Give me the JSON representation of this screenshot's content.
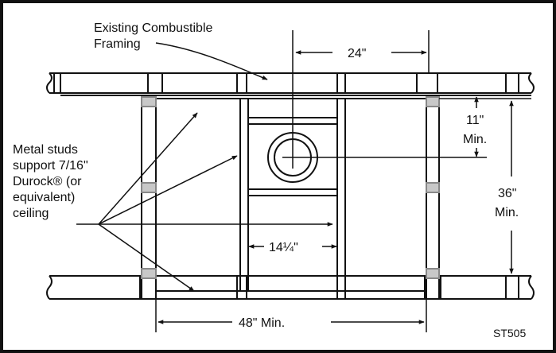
{
  "labels": {
    "framing_line1": "Existing Combustible",
    "framing_line2": "Framing",
    "dim_24": "24\"",
    "dim_11": "11\"",
    "dim_11_min": "Min.",
    "dim_36": "36\"",
    "dim_36_min": "Min.",
    "studs_line1": "Metal studs",
    "studs_line2": "support 7/16\"",
    "studs_line3": "Durock® (or",
    "studs_line4": "equivalent)",
    "studs_line5": "ceiling",
    "dim_14": "14¼\"",
    "dim_48": "48\" Min.",
    "code": "ST505"
  },
  "colors": {
    "line": "#111111",
    "bracket": "#a9a9a9",
    "background": "#ffffff"
  }
}
